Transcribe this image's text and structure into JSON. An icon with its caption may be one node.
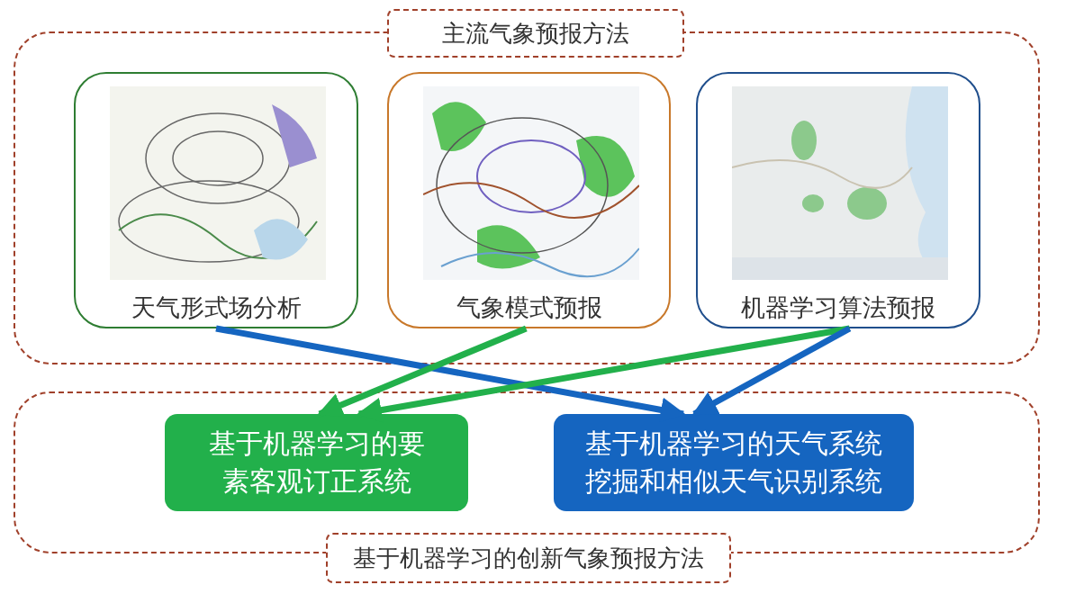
{
  "diagram": {
    "nodes": [
      {
        "text": [
          "主流气象预报方法"
        ]
      },
      {
        "text": [
          "天气形式场分析"
        ],
        "in": 0
      },
      {
        "text": [
          "气象模式预报"
        ],
        "in": 0
      },
      {
        "text": [
          "机器学习算法预报"
        ],
        "in": 0
      },
      {
        "text": [
          "基于机器学习的创新气象预报方法"
        ]
      },
      {
        "text": [
          "基于机器学习的要素客观订正系统"
        ],
        "in": 4
      },
      {
        "text": [
          "基于机器学习的天气系统挖掘和相似天气识别系统"
        ],
        "in": 4
      }
    ],
    "edges": [
      {
        "from": 1,
        "to": 6,
        "arrow": "to",
        "color": "#1565c0"
      },
      {
        "from": 2,
        "to": 5,
        "arrow": "to",
        "color": "#22b04b"
      },
      {
        "from": 3,
        "to": 5,
        "arrow": "to",
        "color": "#22b04b"
      },
      {
        "from": 3,
        "to": 6,
        "arrow": "to",
        "color": "#1565c0"
      }
    ]
  }
}
